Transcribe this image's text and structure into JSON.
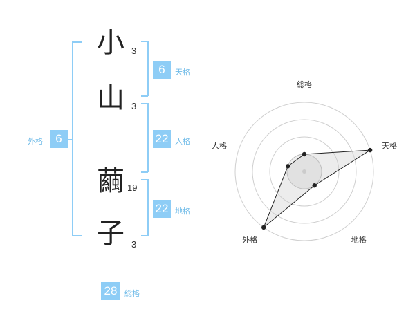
{
  "name": {
    "chars": [
      {
        "char": "小",
        "strokes": "3"
      },
      {
        "char": "山",
        "strokes": "3"
      },
      {
        "char": "繭",
        "strokes": "19"
      },
      {
        "char": "子",
        "strokes": "3"
      }
    ]
  },
  "fortunes": {
    "tenkaku": {
      "value": "6",
      "label": "天格"
    },
    "jinkaku": {
      "value": "22",
      "label": "人格"
    },
    "chikaku": {
      "value": "22",
      "label": "地格"
    },
    "gaikaku": {
      "value": "6",
      "label": "外格"
    },
    "soukaku": {
      "value": "28",
      "label": "総格"
    }
  },
  "colors": {
    "accent": "#8ecdf6",
    "label": "#6fbbe8",
    "radar_fill": "#e8e8e8"
  },
  "chart_data": {
    "type": "radar",
    "categories": [
      "総格",
      "天格",
      "地格",
      "外格",
      "人格"
    ],
    "values": [
      1,
      4,
      1,
      4,
      1
    ],
    "rlim": [
      0,
      4
    ],
    "rings": 4,
    "inner_reference_level": 1
  }
}
